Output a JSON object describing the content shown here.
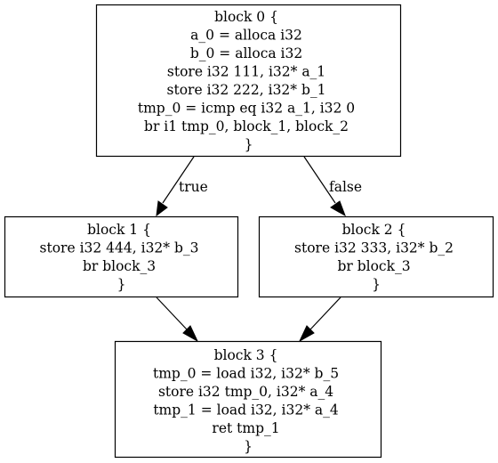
{
  "diagram": {
    "blocks": [
      {
        "id": "block_0",
        "lines": [
          "block 0 {",
          "a_0 = alloca i32",
          "b_0 = alloca i32",
          "store i32 111, i32* a_1",
          "store i32 222, i32* b_1",
          "tmp_0 = icmp eq i32 a_1, i32 0",
          "br i1 tmp_0, block_1, block_2",
          "}"
        ]
      },
      {
        "id": "block_1",
        "lines": [
          "block 1 {",
          "store i32 444, i32* b_3",
          "br block_3",
          "}"
        ]
      },
      {
        "id": "block_2",
        "lines": [
          "block 2 {",
          "store i32 333, i32* b_2",
          "br block_3",
          "}"
        ]
      },
      {
        "id": "block_3",
        "lines": [
          "block 3 {",
          "tmp_0 = load i32, i32* b_5",
          "store i32 tmp_0, i32* a_4",
          "tmp_1 = load i32, i32* a_4",
          "ret tmp_1",
          "}"
        ]
      }
    ],
    "edges": [
      {
        "from": "block_0",
        "to": "block_1",
        "label": "true"
      },
      {
        "from": "block_0",
        "to": "block_2",
        "label": "false"
      },
      {
        "from": "block_1",
        "to": "block_3",
        "label": ""
      },
      {
        "from": "block_2",
        "to": "block_3",
        "label": ""
      }
    ]
  }
}
